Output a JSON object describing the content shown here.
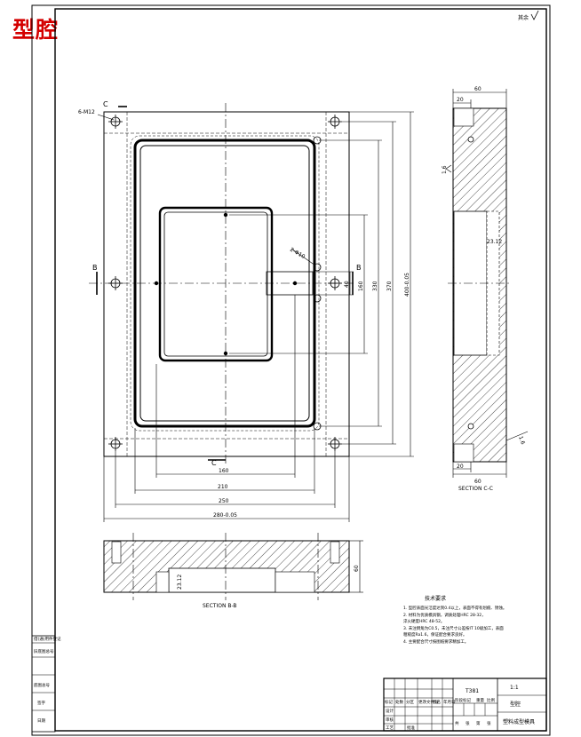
{
  "title": "型腔",
  "corner_mark": "其余",
  "plan": {
    "hole_note": "6-M12",
    "pin_note": "2-Φ10",
    "section_marks": {
      "c_top": "C",
      "c_bottom": "C",
      "b_left": "B",
      "b_right": "B"
    },
    "dims_bottom": [
      "160",
      "210",
      "250",
      "280-0.05"
    ],
    "dims_right": [
      "40",
      "160",
      "330",
      "370",
      "400-0.05"
    ]
  },
  "section_cc": {
    "width": "60",
    "top_offset": "20",
    "bottom_offset": "20",
    "depth": "23.12",
    "roughness_1": "1.6",
    "roughness_2": "1.6",
    "label": "SECTION C-C"
  },
  "section_bb": {
    "height": "60",
    "depth": "23.12",
    "label": "SECTION B-B"
  },
  "tech_notes": {
    "heading": "技术要求",
    "items": [
      "1. 型腔表面光洁度达到0.4以上，表面不得有划痕、锈蚀。",
      "2. 材料为优质模具钢，调质处理HRC 28-32，",
      "   淬火硬度HRC 48-52。",
      "3. 未注倒角为C0.5，未注尺寸公差按IT 10级加工，表面",
      "   粗糙度Ra1.6，保证配合要求良好。",
      "4. 主要配合尺寸按图纸要求精加工。"
    ]
  },
  "title_block": {
    "code": "T381",
    "scale": "1:1",
    "name": "型腔",
    "company": "塑料成型模具",
    "row_labels": [
      "标记",
      "处数",
      "分区",
      "更改文件号",
      "签名",
      "年月日"
    ],
    "role_labels": [
      "设计",
      "审核",
      "工艺",
      "批准"
    ],
    "misc": [
      "阶段标记",
      "重量",
      "比例",
      "共",
      "张",
      "第",
      "张"
    ]
  },
  "left_strip": {
    "labels": [
      "借(通)用件登记",
      "旧底图总号",
      "底图总号",
      "签字",
      "日期"
    ]
  }
}
